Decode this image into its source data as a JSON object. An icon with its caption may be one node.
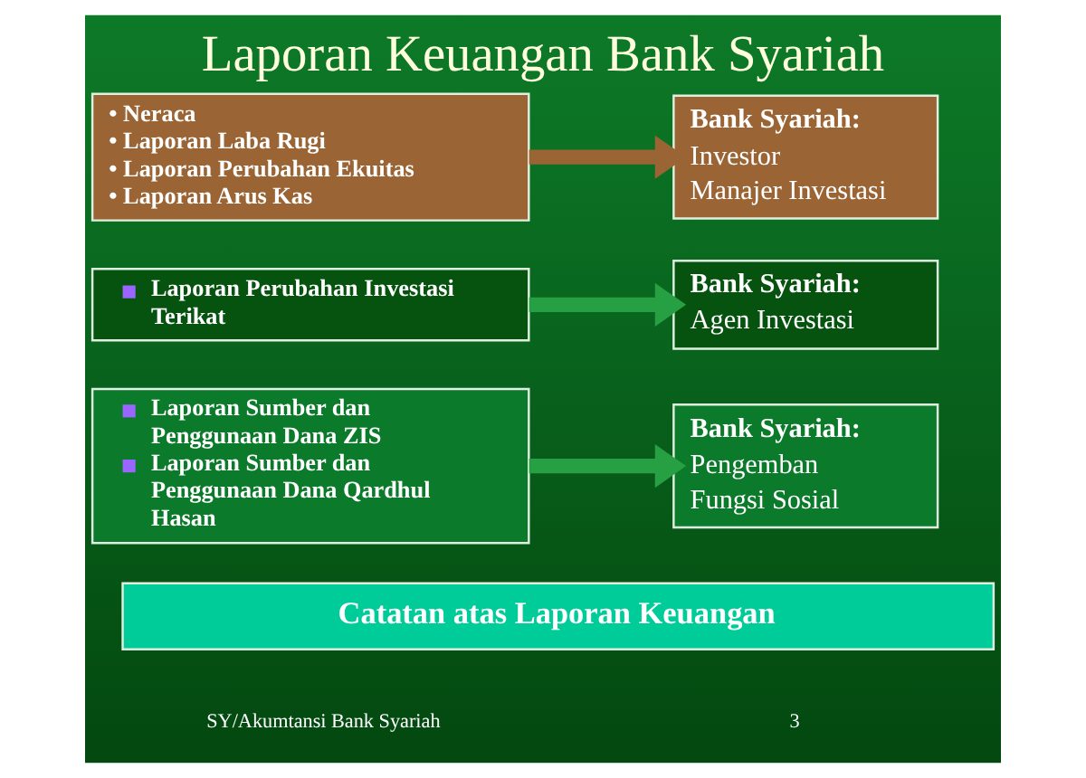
{
  "diagram": {
    "title": "Laporan Keuangan Bank Syariah",
    "nodes": [
      {
        "text": [
          "• Neraca",
          "• Laporan Laba Rugi",
          "• Laporan Perubahan Ekuitas",
          "• Laporan Arus Kas"
        ]
      },
      {
        "text": [
          "Bank Syariah:",
          "Investor",
          "Manajer Investasi"
        ]
      },
      {
        "text": [
          "Laporan Perubahan Investasi Terikat"
        ]
      },
      {
        "text": [
          "Bank Syariah:",
          "Agen Investasi"
        ]
      },
      {
        "text": [
          "Laporan Sumber dan Penggunaan Dana ZIS",
          "Laporan Sumber dan Penggunaan Dana Qardhul Hasan"
        ]
      },
      {
        "text": [
          "Bank Syariah:",
          "Pengemban Fungsi Sosial"
        ]
      },
      {
        "text": [
          "Catatan atas Laporan Keuangan"
        ]
      }
    ],
    "edges": [
      {
        "from": 0,
        "to": 1,
        "arrow": "to",
        "color": "#9a6434"
      },
      {
        "from": 2,
        "to": 3,
        "arrow": "to"
      },
      {
        "from": 4,
        "to": 5,
        "arrow": "to"
      }
    ],
    "labels": [
      "SY/Akumtansi Bank Syariah",
      "3"
    ]
  }
}
